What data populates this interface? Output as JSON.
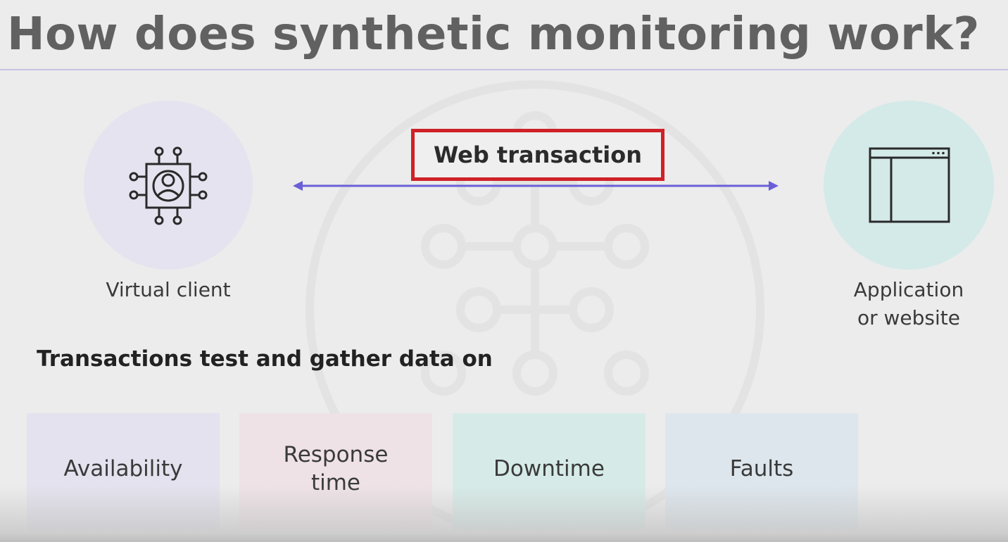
{
  "slide": {
    "title": "How does synthetic monitoring work?",
    "title_color": "#616161",
    "rule_color": "#c7c2e3"
  },
  "diagram": {
    "client": {
      "label": "Virtual client",
      "icon": "chip-user-icon",
      "circle_color": "#e5e3ef"
    },
    "application": {
      "label": "Application\nor website",
      "icon": "browser-window-icon",
      "circle_color": "#d4eae8"
    },
    "connection": {
      "label": "Web transaction",
      "box_border_color": "#cf2127",
      "arrow_color": "#6b5fd8",
      "direction": "bidirectional"
    }
  },
  "metrics": {
    "heading": "Transactions test and gather data on",
    "items": [
      {
        "label": "Availability",
        "color": "#e4e2ee"
      },
      {
        "label": "Response\ntime",
        "color": "#eee2e6"
      },
      {
        "label": "Downtime",
        "color": "#d6ebe8"
      },
      {
        "label": "Faults",
        "color": "#dde6ed"
      }
    ]
  }
}
